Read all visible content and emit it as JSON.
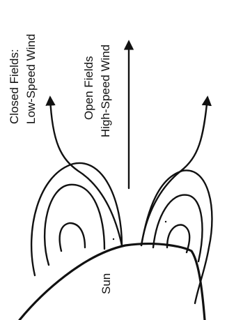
{
  "labels": {
    "closed_line1": "Closed Fields:",
    "closed_line2": "Low-Speed Wind",
    "open_line1": "Open Fields",
    "open_line2": "High-Speed Wind",
    "sun": "Sun"
  }
}
